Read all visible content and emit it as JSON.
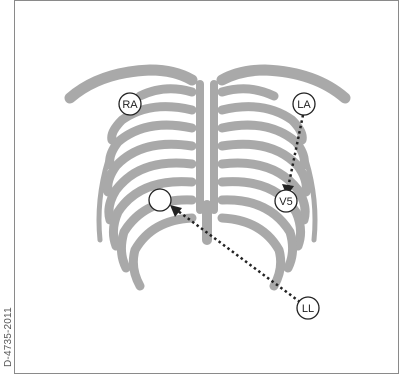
{
  "document_code": "D-4735-2011",
  "electrodes": {
    "ra": "RA",
    "la": "LA",
    "v5": "V5",
    "ll": "LL",
    "unlabeled": ""
  },
  "colors": {
    "rib": "#a9a9a9",
    "outline": "#222222",
    "frame": "#8a8a8a"
  }
}
